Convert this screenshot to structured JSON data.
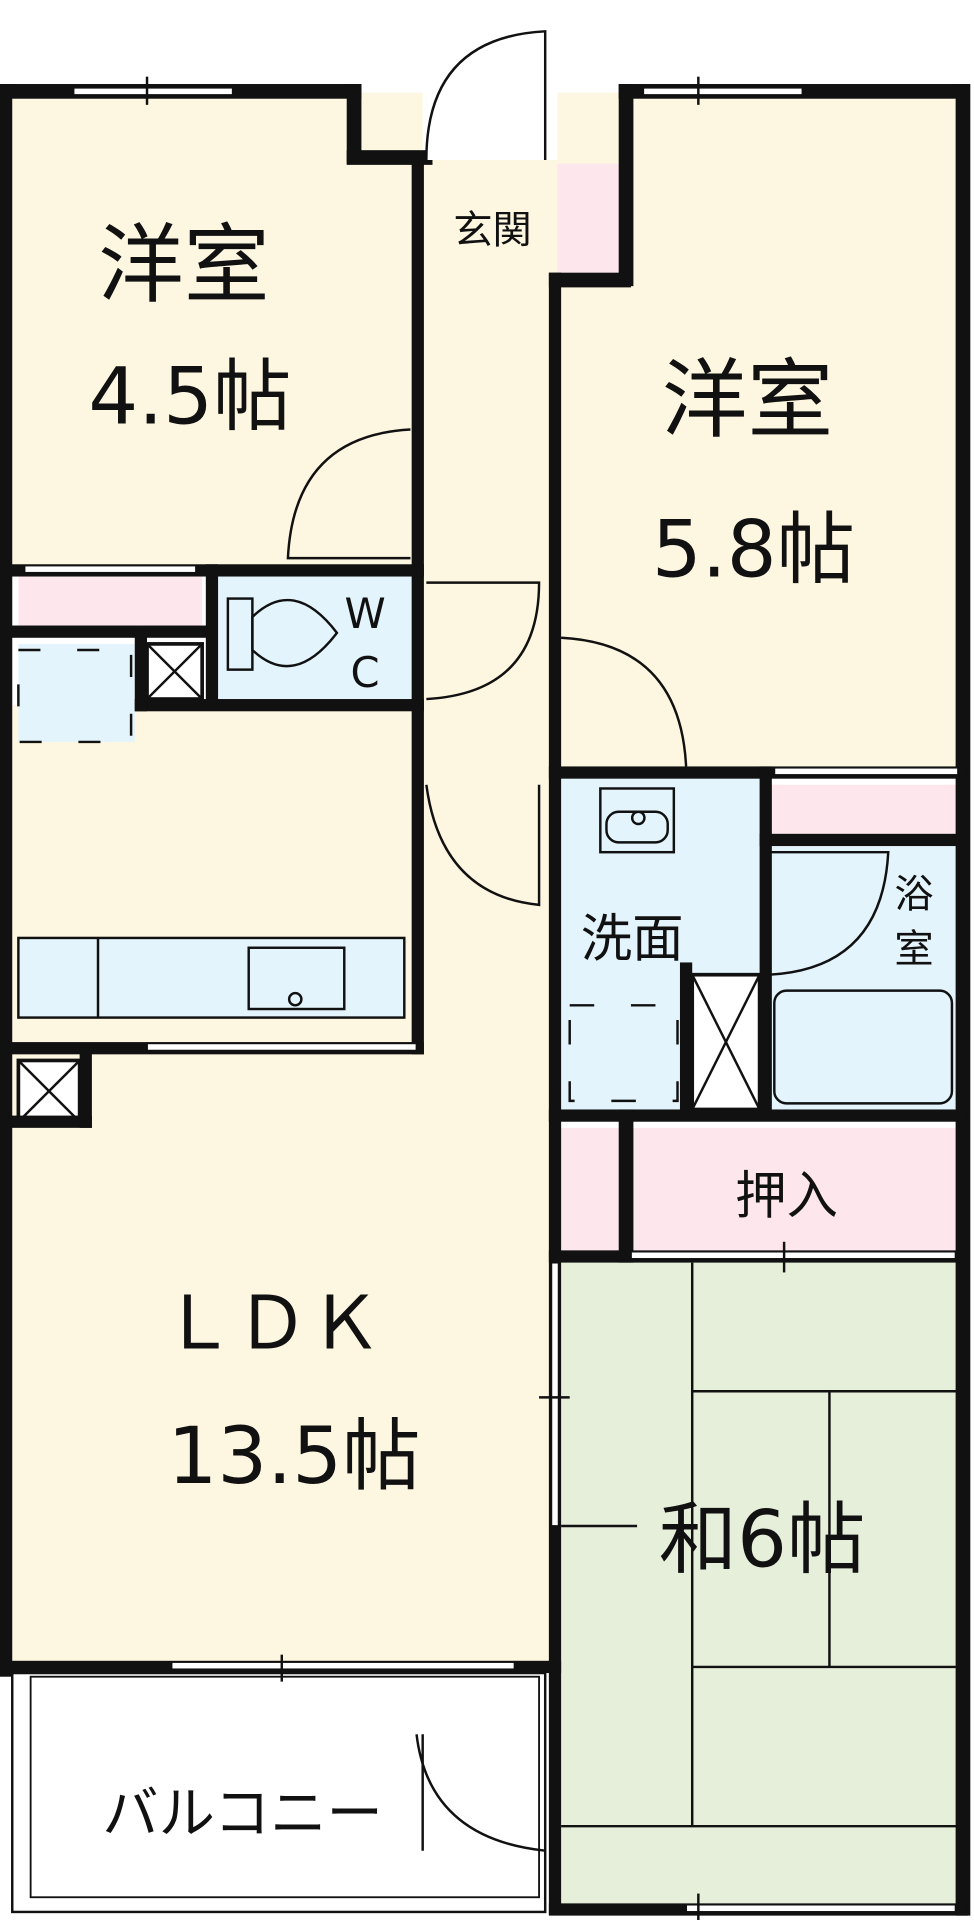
{
  "rooms": {
    "western_a": {
      "name": "洋室",
      "size": "4.5帖"
    },
    "western_b": {
      "name": "洋室",
      "size": "5.8帖"
    },
    "entrance": {
      "name": "玄関"
    },
    "wc": {
      "line1": "W",
      "line2": "C"
    },
    "washroom": {
      "name": "洗面"
    },
    "bath": {
      "line1": "浴",
      "line2": "室"
    },
    "closet": {
      "name": "押入"
    },
    "ldk": {
      "name": "ＬＤＫ",
      "size": "13.5帖"
    },
    "japanese": {
      "name": "和6帖"
    },
    "balcony": {
      "name": "バルコニー"
    }
  },
  "colors": {
    "floor": "#fdf6e1",
    "storage": "#fde6ec",
    "water": "#e3f4fc",
    "tatami": "#e6efda",
    "wall": "#111111"
  }
}
